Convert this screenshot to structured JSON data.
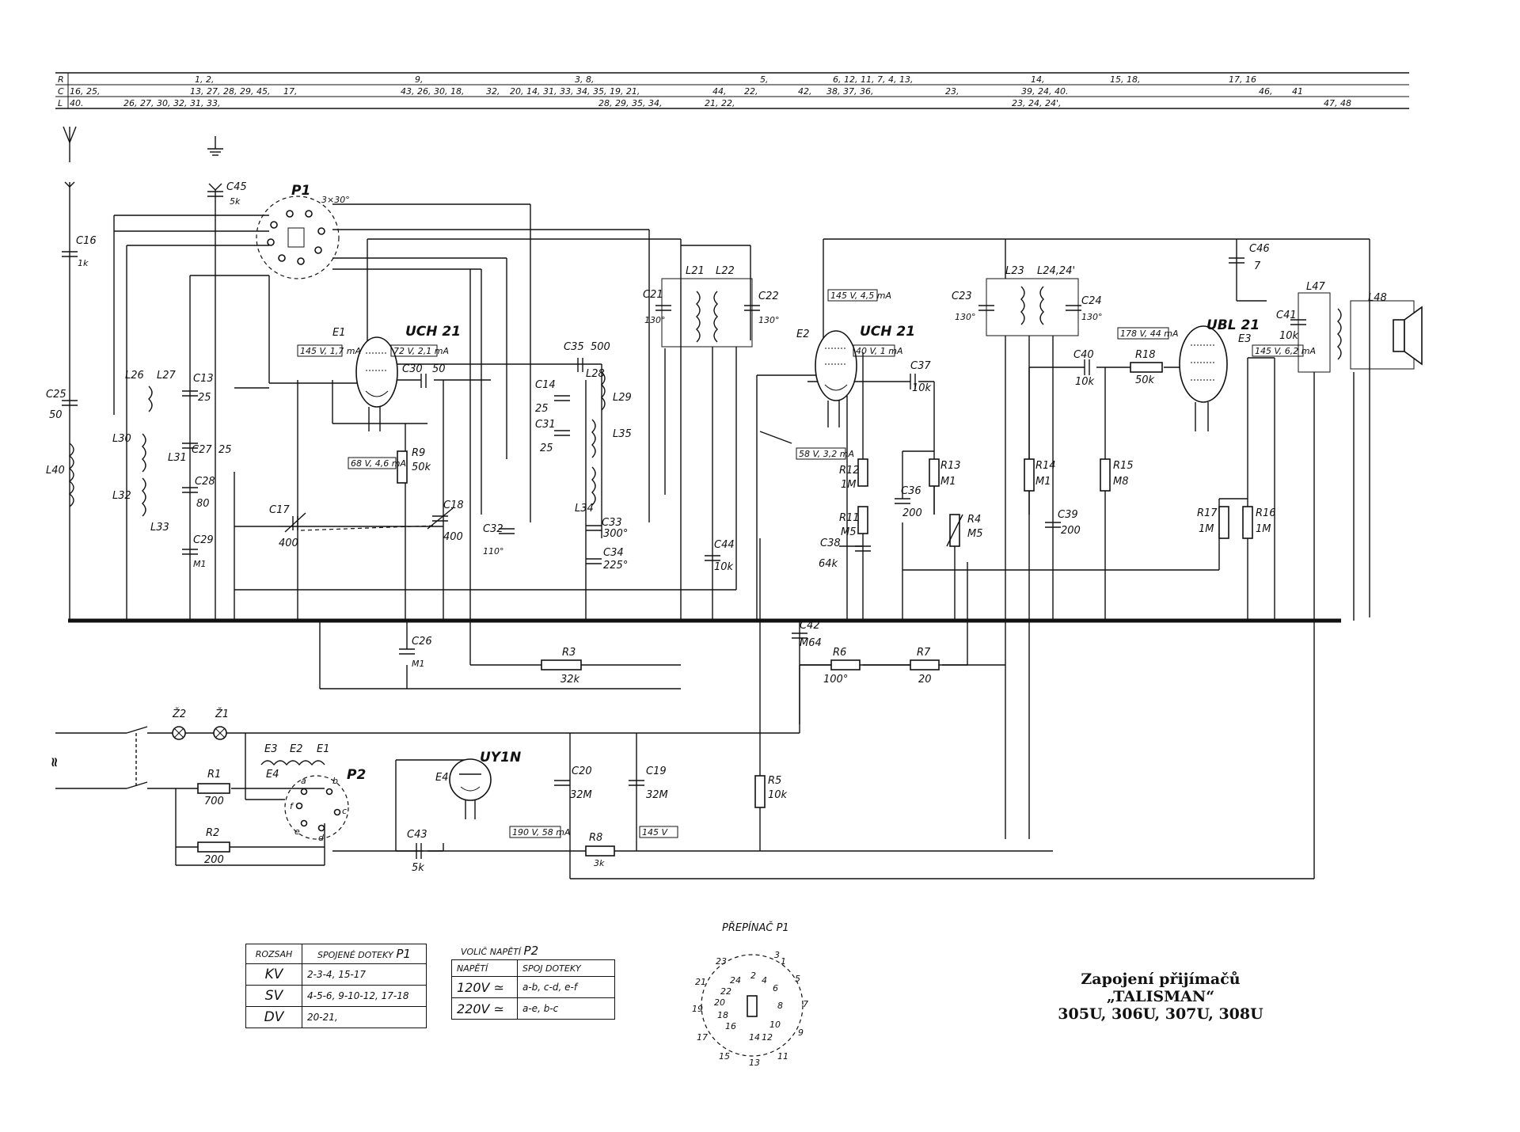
{
  "ref_table": {
    "row_labels": [
      "R",
      "C",
      "L"
    ],
    "R": [
      "1, 2,",
      "9,",
      "3, 8,",
      "5,",
      "6, 12, 11, 7, 4, 13,",
      "14,",
      "15, 18,",
      "17, 16"
    ],
    "C": [
      "16, 25,",
      "13, 27, 28, 29, 45,",
      "17,",
      "43, 26, 30, 18,",
      "32,",
      "20, 14, 31, 33, 34, 35, 19, 21,",
      "44,",
      "22,",
      "42,",
      "38, 37, 36,",
      "23,",
      "39, 24, 40.",
      "46,",
      "41"
    ],
    "L": [
      "40.",
      "26, 27, 30, 32, 31, 33,",
      "28, 29, 35, 34,",
      "21, 22,",
      "23, 24, 24',",
      "47, 48"
    ]
  },
  "components": {
    "tubes": [
      {
        "ref": "E1",
        "type": "UCH 21"
      },
      {
        "ref": "E2",
        "type": "UCH 21"
      },
      {
        "ref": "E3",
        "type": "UBL 21"
      },
      {
        "ref": "E4",
        "type": "UY1N"
      }
    ],
    "switches": [
      {
        "ref": "P1",
        "note": "3×30°"
      },
      {
        "ref": "P2",
        "note": ""
      }
    ],
    "capacitors": [
      {
        "ref": "C45",
        "value": "5k"
      },
      {
        "ref": "C16",
        "value": "1k"
      },
      {
        "ref": "C25",
        "value": "50"
      },
      {
        "ref": "C13",
        "value": "25"
      },
      {
        "ref": "C27",
        "value": "25"
      },
      {
        "ref": "C28",
        "value": "80"
      },
      {
        "ref": "C29",
        "value": "M1"
      },
      {
        "ref": "C17",
        "value": "400"
      },
      {
        "ref": "C18",
        "value": "400"
      },
      {
        "ref": "C30",
        "value": "50"
      },
      {
        "ref": "C35",
        "value": "500"
      },
      {
        "ref": "C14",
        "value": "25"
      },
      {
        "ref": "C31",
        "value": "25"
      },
      {
        "ref": "C32",
        "value": "110°"
      },
      {
        "ref": "C33",
        "value": "300°"
      },
      {
        "ref": "C34",
        "value": "225°"
      },
      {
        "ref": "C21",
        "value": "130°"
      },
      {
        "ref": "C22",
        "value": "130°"
      },
      {
        "ref": "C44",
        "value": "10k"
      },
      {
        "ref": "C26",
        "value": "M1"
      },
      {
        "ref": "C37",
        "value": "10k"
      },
      {
        "ref": "C36",
        "value": "200"
      },
      {
        "ref": "C38",
        "value": "64k"
      },
      {
        "ref": "C23",
        "value": "130°"
      },
      {
        "ref": "C24",
        "value": "130°"
      },
      {
        "ref": "C40",
        "value": "10k"
      },
      {
        "ref": "C39",
        "value": "200"
      },
      {
        "ref": "C46",
        "value": "7"
      },
      {
        "ref": "C41",
        "value": "10k"
      },
      {
        "ref": "C42",
        "value": "M64"
      },
      {
        "ref": "C20",
        "value": "32M"
      },
      {
        "ref": "C19",
        "value": "32M"
      },
      {
        "ref": "C43",
        "value": "5k"
      }
    ],
    "resistors": [
      {
        "ref": "R9",
        "value": "50k"
      },
      {
        "ref": "R3",
        "value": "32k"
      },
      {
        "ref": "R12",
        "value": "1M"
      },
      {
        "ref": "R11",
        "value": "M5"
      },
      {
        "ref": "R13",
        "value": "M1"
      },
      {
        "ref": "R4",
        "value": "M5"
      },
      {
        "ref": "R14",
        "value": "M1"
      },
      {
        "ref": "R15",
        "value": "M8"
      },
      {
        "ref": "R18",
        "value": "50k"
      },
      {
        "ref": "R17",
        "value": "1M"
      },
      {
        "ref": "R16",
        "value": "1M"
      },
      {
        "ref": "R6",
        "value": "100°"
      },
      {
        "ref": "R7",
        "value": "20"
      },
      {
        "ref": "R5",
        "value": "10k"
      },
      {
        "ref": "R1",
        "value": "700"
      },
      {
        "ref": "R2",
        "value": "200"
      },
      {
        "ref": "R8",
        "value": "3k"
      }
    ],
    "coils": [
      "L26",
      "L27",
      "L30",
      "L31",
      "L32",
      "L33",
      "L40",
      "L28",
      "L29",
      "L35",
      "L34",
      "L21",
      "L22",
      "L23",
      "L24,24'",
      "L47",
      "L48"
    ],
    "bulbs": [
      "Ž2",
      "Ž1"
    ],
    "heaters": [
      "E3",
      "E2",
      "E1",
      "E4"
    ]
  },
  "measurements": [
    "145 V, 1,7 mA",
    "72 V, 2,1 mA",
    "68 V, 4,6 mA",
    "145 V, 4,5 mA",
    "40 V, 1 mA",
    "58 V, 3,2 mA",
    "178 V, 44 mA",
    "145 V, 6,2 mA",
    "190 V, 58 mA",
    "145 V"
  ],
  "misc": {
    "mains_symbol": "≈",
    "p2_pins": [
      "a",
      "b",
      "c",
      "d",
      "e",
      "f"
    ]
  },
  "table_p1": {
    "caption_word": "ROZSAH",
    "header_contacts": "SPOJENÉ DOTEKY",
    "header_ref": "P1",
    "rows": [
      {
        "range": "KV",
        "contacts": "2-3-4,  15-17"
      },
      {
        "range": "SV",
        "contacts": "4-5-6,  9-10-12,  17-18"
      },
      {
        "range": "DV",
        "contacts": "20-21,"
      }
    ]
  },
  "table_p2": {
    "caption": "VOLIČ NAPĚTÍ",
    "caption_ref": "P2",
    "header_voltage": "NAPĚTÍ",
    "header_contacts": "SPOJ DOTEKY",
    "rows": [
      {
        "voltage": "120V ≃",
        "contacts": "a-b, c-d, e-f"
      },
      {
        "voltage": "220V ≃",
        "contacts": "a-e,  b-c"
      }
    ]
  },
  "switch_diagram": {
    "title": "PŘEPÍNAČ P1",
    "pins": [
      "1",
      "2",
      "3",
      "4",
      "5",
      "6",
      "7",
      "8",
      "9",
      "10",
      "11",
      "12",
      "13",
      "14",
      "15",
      "16",
      "17",
      "18",
      "19",
      "20",
      "21",
      "22",
      "23",
      "24"
    ]
  },
  "caption": {
    "line1": "Zapojení přijímačů „TALISMAN“",
    "line2": "305U, 306U, 307U, 308U"
  }
}
